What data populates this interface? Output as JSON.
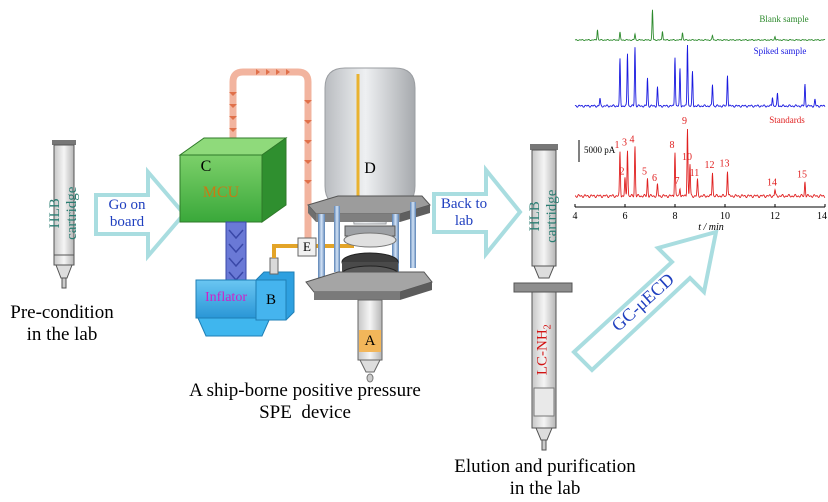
{
  "left": {
    "cartridge_label": "HLB cartridge",
    "caption_line1": "Pre-condition",
    "caption_line2": "in the lab"
  },
  "arrows": {
    "go_on_board_line1": "Go on",
    "go_on_board_line2": "board",
    "back_to_lab_line1": "Back to",
    "back_to_lab_line2": "lab",
    "gc_label": "GC-μECD"
  },
  "device": {
    "c_label": "C",
    "mcu_label": "MCU",
    "d_label": "D",
    "e_label": "E",
    "b_label": "B",
    "inflator_label": "Inflator",
    "a_label": "A",
    "caption_line1": "A ship-borne positive pressure",
    "caption_line2": "SPE  device"
  },
  "right": {
    "hlb_label": "HLB cartridge",
    "lc_label": "LC-NH",
    "lc_sub": "2",
    "caption_line1": "Elution and purification",
    "caption_line2": "in the lab"
  },
  "colors": {
    "arrow_fill": "#ffffff",
    "arrow_stroke": "#a9dde0",
    "arrow_text": "#1f3fbf",
    "blank": "#2e8b2e",
    "spiked": "#1a1ae0",
    "standards": "#e02020",
    "mcu_box": "#4dbd3f",
    "inflator": "#2ea9e6",
    "tube_teal": "#2a7d72",
    "tube_red": "#d21414"
  },
  "chart_data": {
    "type": "line",
    "xlabel": "t / min",
    "xlim": [
      4,
      14
    ],
    "xticks": [
      "4",
      "6",
      "8",
      "10",
      "12",
      "14"
    ],
    "scale_bar_label": "5000 pA",
    "series": [
      {
        "name": "Blank sample",
        "peaks": [
          [
            4.9,
            0.35
          ],
          [
            5.8,
            0.25
          ],
          [
            6.4,
            0.2
          ],
          [
            7.1,
            1.0
          ],
          [
            7.5,
            0.3
          ],
          [
            8.3,
            0.25
          ],
          [
            9.5,
            0.15
          ],
          [
            12.0,
            0.12
          ]
        ]
      },
      {
        "name": "Spiked sample",
        "peaks": [
          [
            5.0,
            0.12
          ],
          [
            5.8,
            0.75
          ],
          [
            6.1,
            0.85
          ],
          [
            6.4,
            0.95
          ],
          [
            6.9,
            0.45
          ],
          [
            7.3,
            0.3
          ],
          [
            8.0,
            0.8
          ],
          [
            8.2,
            0.6
          ],
          [
            8.5,
            1.0
          ],
          [
            8.7,
            0.55
          ],
          [
            9.5,
            0.35
          ],
          [
            10.1,
            0.5
          ],
          [
            11.9,
            0.15
          ],
          [
            12.1,
            0.2
          ],
          [
            13.2,
            0.35
          ],
          [
            13.6,
            0.1
          ]
        ]
      },
      {
        "name": "Standards",
        "peaks": [
          [
            5.8,
            0.55
          ],
          [
            6.0,
            0.22
          ],
          [
            6.1,
            0.58
          ],
          [
            6.4,
            0.62
          ],
          [
            6.9,
            0.22
          ],
          [
            7.3,
            0.14
          ],
          [
            8.0,
            0.55
          ],
          [
            8.2,
            0.1
          ],
          [
            8.5,
            0.85
          ],
          [
            8.6,
            0.4
          ],
          [
            8.9,
            0.2
          ],
          [
            9.5,
            0.3
          ],
          [
            10.1,
            0.32
          ],
          [
            12.0,
            0.08
          ],
          [
            13.2,
            0.18
          ]
        ]
      }
    ],
    "standard_peak_labels": [
      {
        "label": "1",
        "t": 5.8
      },
      {
        "label": "2",
        "t": 6.0
      },
      {
        "label": "3",
        "t": 6.1
      },
      {
        "label": "4",
        "t": 6.4
      },
      {
        "label": "5",
        "t": 6.9
      },
      {
        "label": "6",
        "t": 7.3
      },
      {
        "label": "7",
        "t": 8.2
      },
      {
        "label": "8",
        "t": 8.0
      },
      {
        "label": "9",
        "t": 8.5
      },
      {
        "label": "10",
        "t": 8.6
      },
      {
        "label": "11",
        "t": 8.9
      },
      {
        "label": "12",
        "t": 9.5
      },
      {
        "label": "13",
        "t": 10.1
      },
      {
        "label": "14",
        "t": 12.0
      },
      {
        "label": "15",
        "t": 13.2
      }
    ]
  }
}
